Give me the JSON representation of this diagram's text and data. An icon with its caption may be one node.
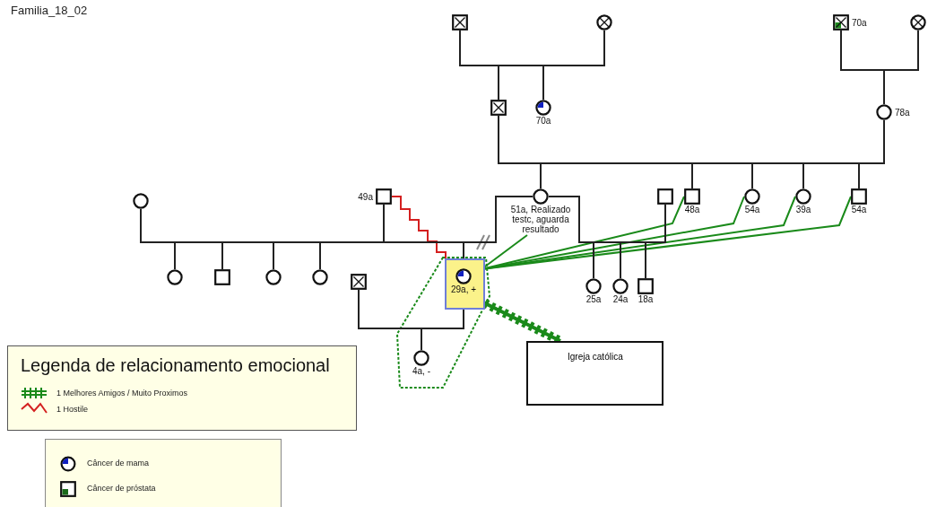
{
  "diagram": {
    "title": "Familia_18_02",
    "nodes": [
      {
        "text": [],
        "shape": "box"
      },
      {
        "text": [],
        "shape": "circle"
      },
      {
        "text": [],
        "shape": "box",
        "beside": [
          "70a"
        ]
      },
      {
        "text": [],
        "shape": "circle"
      },
      {
        "text": [],
        "shape": "box"
      },
      {
        "text": [],
        "shape": "circle",
        "beside": [
          "70a"
        ]
      },
      {
        "text": [],
        "shape": "circle",
        "beside": [
          "78a"
        ]
      },
      {
        "text": [],
        "shape": "circle"
      },
      {
        "text": [],
        "shape": "box",
        "beside": [
          "49a"
        ]
      },
      {
        "text": [],
        "shape": "circle",
        "beside": [
          "51a, Realizado testc, aguarda resultado"
        ]
      },
      {
        "text": [],
        "shape": "box"
      },
      {
        "text": [],
        "shape": "box",
        "beside": [
          "48a"
        ]
      },
      {
        "text": [],
        "shape": "circle",
        "beside": [
          "54a"
        ]
      },
      {
        "text": [],
        "shape": "circle",
        "beside": [
          "39a"
        ]
      },
      {
        "text": [],
        "shape": "box",
        "beside": [
          "54a"
        ]
      },
      {
        "text": [],
        "shape": "circle"
      },
      {
        "text": [],
        "shape": "box"
      },
      {
        "text": [],
        "shape": "circle"
      },
      {
        "text": [],
        "shape": "circle"
      },
      {
        "text": [],
        "shape": "box"
      },
      {
        "text": [],
        "shape": "circle",
        "beside": [
          "29a, +"
        ]
      },
      {
        "text": [],
        "shape": "circle",
        "beside": [
          "25a"
        ]
      },
      {
        "text": [],
        "shape": "circle",
        "beside": [
          "24a"
        ]
      },
      {
        "text": [],
        "shape": "box",
        "beside": [
          "18a"
        ]
      },
      {
        "text": [],
        "shape": "circle",
        "beside": [
          "4a, -"
        ]
      },
      {
        "text": [
          "Igreja católica"
        ]
      }
    ],
    "edges": [
      {
        "from": 0,
        "to": 1,
        "arrow": "none"
      },
      {
        "from": 2,
        "to": 3,
        "arrow": "none"
      },
      {
        "from": 4,
        "to": 6,
        "arrow": "none"
      },
      {
        "from": 7,
        "to": 8,
        "arrow": "none"
      },
      {
        "from": 8,
        "to": 9,
        "arrow": "none"
      },
      {
        "from": 9,
        "to": 10,
        "arrow": "none"
      },
      {
        "from": 19,
        "to": 20,
        "arrow": "none"
      },
      {
        "from": 8,
        "to": 20,
        "arrow": "none",
        "color": "#d42020"
      },
      {
        "from": 20,
        "to": 9,
        "arrow": "none",
        "color": "#1a8a1a"
      },
      {
        "from": 20,
        "to": 11,
        "arrow": "none",
        "color": "#1a8a1a"
      },
      {
        "from": 20,
        "to": 12,
        "arrow": "none",
        "color": "#1a8a1a"
      },
      {
        "from": 20,
        "to": 13,
        "arrow": "none",
        "color": "#1a8a1a"
      },
      {
        "from": 20,
        "to": 14,
        "arrow": "none",
        "color": "#1a8a1a"
      },
      {
        "from": 20,
        "to": 25,
        "arrow": "none",
        "color": "#1a8a1a",
        "style": "thick"
      },
      {
        "from": 0,
        "to": 4,
        "arrow": "none"
      },
      {
        "from": 1,
        "to": 4,
        "arrow": "none"
      },
      {
        "from": 0,
        "to": 5,
        "arrow": "none"
      },
      {
        "from": 1,
        "to": 5,
        "arrow": "none"
      },
      {
        "from": 2,
        "to": 6,
        "arrow": "none"
      },
      {
        "from": 3,
        "to": 6,
        "arrow": "none"
      },
      {
        "from": 4,
        "to": 9,
        "arrow": "none"
      },
      {
        "from": 6,
        "to": 9,
        "arrow": "none"
      },
      {
        "from": 4,
        "to": 11,
        "arrow": "none"
      },
      {
        "from": 6,
        "to": 11,
        "arrow": "none"
      },
      {
        "from": 4,
        "to": 12,
        "arrow": "none"
      },
      {
        "from": 6,
        "to": 12,
        "arrow": "none"
      },
      {
        "from": 4,
        "to": 13,
        "arrow": "none"
      },
      {
        "from": 6,
        "to": 13,
        "arrow": "none"
      },
      {
        "from": 4,
        "to": 14,
        "arrow": "none"
      },
      {
        "from": 6,
        "to": 14,
        "arrow": "none"
      },
      {
        "from": 7,
        "to": 15,
        "arrow": "none"
      },
      {
        "from": 8,
        "to": 15,
        "arrow": "none"
      },
      {
        "from": 7,
        "to": 16,
        "arrow": "none"
      },
      {
        "from": 8,
        "to": 16,
        "arrow": "none"
      },
      {
        "from": 7,
        "to": 17,
        "arrow": "none"
      },
      {
        "from": 8,
        "to": 17,
        "arrow": "none"
      },
      {
        "from": 7,
        "to": 18,
        "arrow": "none"
      },
      {
        "from": 8,
        "to": 18,
        "arrow": "none"
      },
      {
        "from": 8,
        "to": 20,
        "arrow": "none"
      },
      {
        "from": 9,
        "to": 20,
        "arrow": "none"
      },
      {
        "from": 9,
        "to": 21,
        "arrow": "none"
      },
      {
        "from": 10,
        "to": 21,
        "arrow": "none"
      },
      {
        "from": 9,
        "to": 22,
        "arrow": "none"
      },
      {
        "from": 10,
        "to": 22,
        "arrow": "none"
      },
      {
        "from": 9,
        "to": 23,
        "arrow": "none"
      },
      {
        "from": 10,
        "to": 23,
        "arrow": "none"
      },
      {
        "from": 19,
        "to": 24,
        "arrow": "none"
      },
      {
        "from": 20,
        "to": 24,
        "arrow": "none"
      }
    ],
    "labels": [
      "Legenda de relacionamento emocional"
    ],
    "legend": [
      {
        "text": "1 Melhores Amigos / Muito Proximos"
      },
      {
        "text": "1 Hostile"
      },
      {
        "text": "Câncer de mama"
      },
      {
        "text": "Câncer de próstata"
      }
    ]
  }
}
